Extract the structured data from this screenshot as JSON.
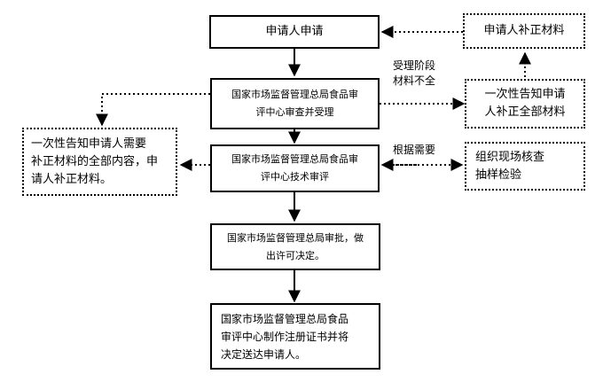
{
  "nodes": {
    "applicant_apply": "申请人申请",
    "applicant_supplement": "申请人补正材料",
    "accept_review": "国家市场监督管理总局食品审\n评中心审查并受理",
    "notify_all_right": "一次性告知申请\n人补正全部材料",
    "notify_all_left": "一次性告知申请人需要\n补正材料的全部内容，申\n请人补正材料。",
    "tech_review": "国家市场监督管理总局食品审\n评中心技术审评",
    "onsite_check": "组织现场核查\n抽样检验",
    "approval": "国家市场监督管理总局审批，做\n出许可决定。",
    "certificate": "国家市场监督管理总局食品\n审评中心制作注册证书并将\n决定送达申请人。"
  },
  "labels": {
    "incomplete": "受理阶段\n材料不全",
    "as_needed": "根据需要"
  }
}
